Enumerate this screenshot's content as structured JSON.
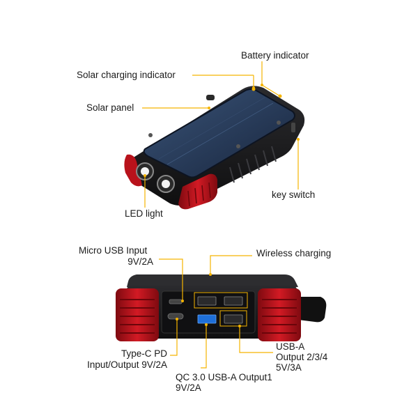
{
  "colors": {
    "leader": "#f5b400",
    "rubber_red": "#b8121b",
    "shell_black": "#1c1c1e",
    "solar_blue": "#24395a",
    "usb_blue": "#1e6fd9"
  },
  "top_device": {
    "labels": {
      "battery_indicator": "Battery indicator",
      "solar_charging_indicator": "Solar charging indicator",
      "solar_panel": "Solar panel",
      "key_switch": "key switch",
      "led_light": "LED light"
    }
  },
  "bottom_device": {
    "labels": {
      "micro_usb_line1": "Micro USB Input",
      "micro_usb_line2": "9V/2A",
      "wireless_charging": "Wireless charging",
      "type_c_line1": "Type-C PD",
      "type_c_line2": "Input/Output 9V/2A",
      "usb_a_line1": "USB-A",
      "usb_a_line2": "Output 2/3/4",
      "usb_a_line3": "5V/3A",
      "qc_line1": "QC 3.0 USB-A Output1",
      "qc_line2": "9V/2A"
    }
  }
}
